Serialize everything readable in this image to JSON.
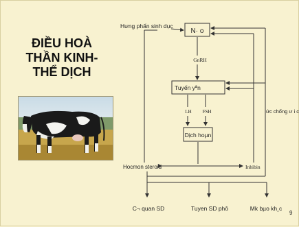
{
  "title": {
    "line1": "ĐIỀU HOÀ",
    "line2": "THẦN KINH-",
    "line3": "THỂ DỊCH"
  },
  "photo": {
    "subject": "cow-photo"
  },
  "diagram": {
    "stimulus_label": "Hưng phấn sinh dục",
    "box_brain": "N· o",
    "gnrh_label": "GnRH",
    "box_pituitary": "Tuyến yªn",
    "lh_label": "LH",
    "fsh_label": "FSH",
    "feedback_label": "ức chống ư i c",
    "box_gonad": "Dịch hoµn",
    "steroid_label": "Hocmon steroid",
    "inhibin_label": "Inhibin",
    "target_1": "C¬ quan SD",
    "target_2": "Tuyen SD phô",
    "target_3": "Mk bµo kh¸c",
    "page_number": "9"
  },
  "colors": {
    "background": "#f8f2d0",
    "line": "#333333"
  }
}
